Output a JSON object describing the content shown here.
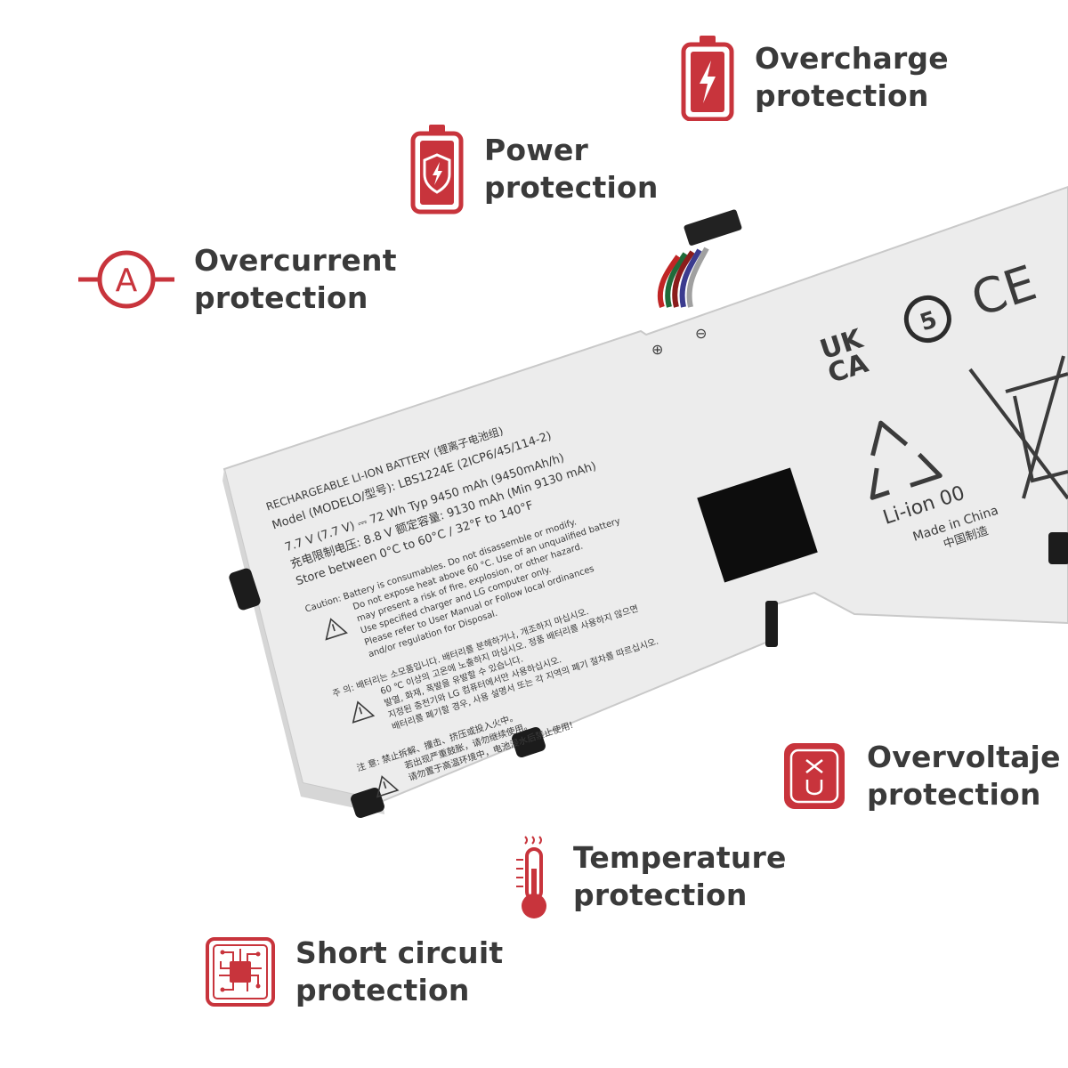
{
  "colors": {
    "accent": "#c8343c",
    "text": "#3a3a3a",
    "battery_body": "#ececec",
    "label_text": "#3b3b3b"
  },
  "features": [
    {
      "icon": "battery-bolt-icon",
      "line1": "Overcharge",
      "line2": "protection"
    },
    {
      "icon": "battery-shield-icon",
      "line1": "Power",
      "line2": "protection"
    },
    {
      "icon": "ammeter-icon",
      "line1": "Overcurrent",
      "line2": "protection"
    },
    {
      "icon": "voltage-icon",
      "line1": "Overvoltaje",
      "line2": "protection"
    },
    {
      "icon": "thermometer-icon",
      "line1": "Temperature",
      "line2": "protection"
    },
    {
      "icon": "circuit-chip-icon",
      "line1": "Short circuit",
      "line2": "protection"
    }
  ],
  "icon_glyphs": {
    "ammeter": "A"
  },
  "battery": {
    "label_lines": [
      "RECHARGEABLE LI-ION BATTERY (锂离子电池组)",
      "Model (MODELO/型号): LBS1224E (2ICP6/45/114-2)",
      "7.7 V (7.7 V) ⎓ 72 Wh  Typ 9450 mAh (9450mAh/h)",
      "充电限制电压: 8.8 V     额定容量: 9130 mAh (Min 9130 mAh)",
      "Store between  0°C to 60°C / 32°F to 140°F"
    ],
    "caution_lines": [
      "Caution: Battery is consumables. Do not disassemble or modify.",
      "Do not expose heat above 60 °C. Use of an unqualified battery",
      "may present a risk of fire, explosion, or other hazard.",
      "Use specified charger and LG computer only.",
      "Please refer to User Manual or Follow local ordinances",
      "and/or regulation for Disposal."
    ],
    "korean_lines": [
      "주    의: 배터리는 소모품입니다. 배터리를 분해하거나, 개조하지 마십시오.",
      "60 ℃ 이상의 고온에 노출하지 마십시오. 정품 배터리를 사용하지 않으면",
      "발열, 화재, 폭발을 유발할 수 있습니다.",
      "지정된 충전기와 LG 컴퓨터에서만 사용하십시오.",
      "배터리를 폐기할 경우, 사용 설명서 또는 각 지역의 폐기 절차를 따르십시오."
    ],
    "chinese_lines": [
      "注    意: 禁止拆解、撞击、挤压或投入火中。",
      "若出现严重鼓胀，请勿继续使用。",
      "请勿置于高温环境中，电池浸水后禁止使用!"
    ],
    "plus_sign": "⊕",
    "minus_sign": "⊖",
    "ukca": [
      "UK",
      "CA"
    ],
    "recycle_number": "5",
    "ce_mark": "CE",
    "chem_label": "Li-ion 00",
    "origin": "Made in China",
    "origin_cn": "中国制造"
  }
}
